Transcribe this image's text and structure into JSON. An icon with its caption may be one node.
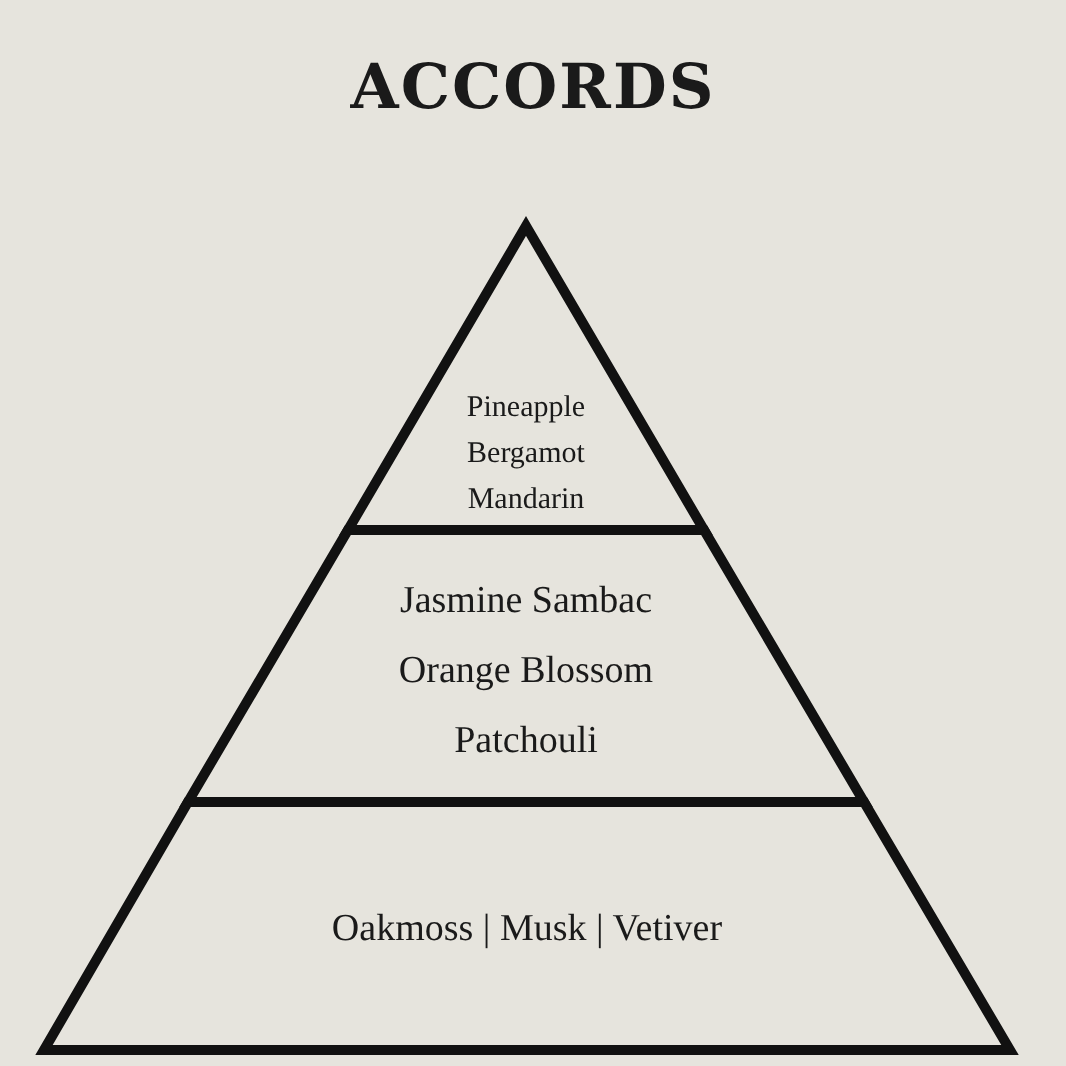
{
  "diagram": {
    "title": "ACCORDS",
    "nodes": [
      {
        "text": [
          "Pineapple",
          "Bergamot",
          "Mandarin"
        ]
      },
      {
        "text": [
          "Jasmine Sambac",
          "Orange Blossom",
          "Patchouli"
        ]
      },
      {
        "text": [
          "Oakmoss | Musk | Vetiver"
        ]
      }
    ]
  }
}
